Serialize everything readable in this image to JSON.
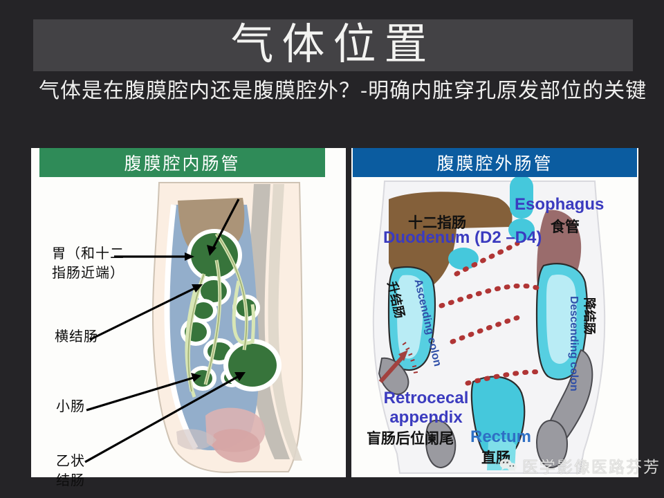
{
  "slide": {
    "title": "气体位置",
    "subtitle": "气体是在腹膜腔内还是腹膜腔外？-明确内脏穿孔原发部位的关键",
    "background_color": "#252427",
    "title_banner_color": "#434245"
  },
  "panels": {
    "left": {
      "header": "腹膜腔内肠管",
      "header_color": "#2f8b58",
      "labels": [
        {
          "text": "胃（和十二\n指肠近端）"
        },
        {
          "text": "横结肠"
        },
        {
          "text": "小肠"
        },
        {
          "text": "乙状\n结肠"
        }
      ]
    },
    "right": {
      "header": "腹膜腔外肠管",
      "header_color": "#0b5ca0",
      "labels": [
        {
          "en": "Esophagus",
          "zh": "食管"
        },
        {
          "en": "Duodenum (D2 –D4)",
          "zh": "十二指肠"
        },
        {
          "en": "Ascending colon",
          "zh": "升结肠"
        },
        {
          "en": "Descending colon",
          "zh": "降结肠"
        },
        {
          "en": "Retrocecal appendix",
          "zh": "盲肠后位阑尾"
        },
        {
          "en": "Rectum",
          "zh": "直肠"
        }
      ],
      "label_color": "#3b3bbf"
    }
  },
  "watermark": {
    "text": "医学影像医路芬芳"
  }
}
